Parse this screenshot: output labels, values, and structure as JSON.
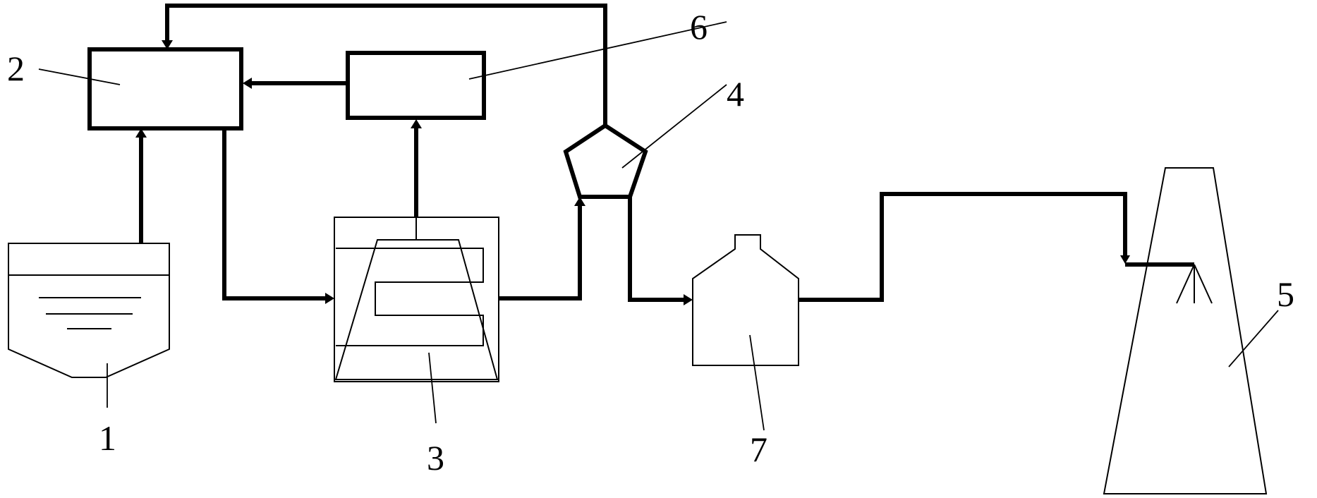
{
  "labels": {
    "n1": "1",
    "n2": "2",
    "n3": "3",
    "n4": "4",
    "n5": "5",
    "n6": "6",
    "n7": "7"
  },
  "colors": {
    "line": "#000000",
    "background": "#ffffff"
  }
}
